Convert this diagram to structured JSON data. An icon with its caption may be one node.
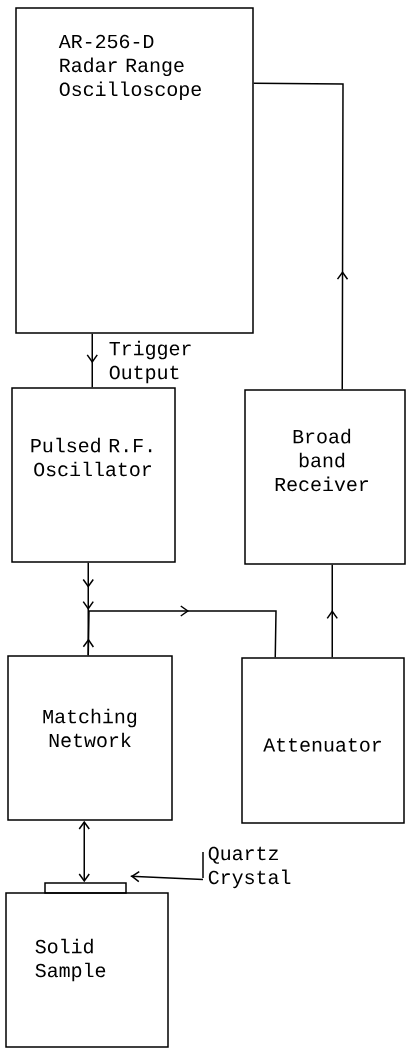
{
  "diagram": {
    "nodes": [
      {
        "text": [
          "AR-256-D Radar Range Oscilloscope"
        ]
      },
      {
        "text": [
          "Pulsed R.F. Oscillator"
        ]
      },
      {
        "text": [
          "Broad band Receiver"
        ]
      },
      {
        "text": [
          "Matching Network"
        ]
      },
      {
        "text": [
          "Attenuator"
        ]
      },
      {
        "text": [],
        "shape": "bar"
      },
      {
        "text": [
          "Solid Sample"
        ]
      },
      {
        "text": [
          "Quartz Crystal"
        ]
      }
    ],
    "edges": [
      {
        "from": 0,
        "to": 1,
        "arrow": "to",
        "label": "Trigger Output"
      },
      {
        "from": 1,
        "to": 3,
        "arrow": "to"
      },
      {
        "from": 3,
        "to": 4,
        "arrow": "to"
      },
      {
        "from": 4,
        "to": 2,
        "arrow": "to"
      },
      {
        "from": 2,
        "to": 0,
        "arrow": "to"
      },
      {
        "from": 3,
        "to": 5,
        "arrow": "both"
      },
      {
        "from": 7,
        "to": 5,
        "arrow": "to"
      }
    ]
  }
}
